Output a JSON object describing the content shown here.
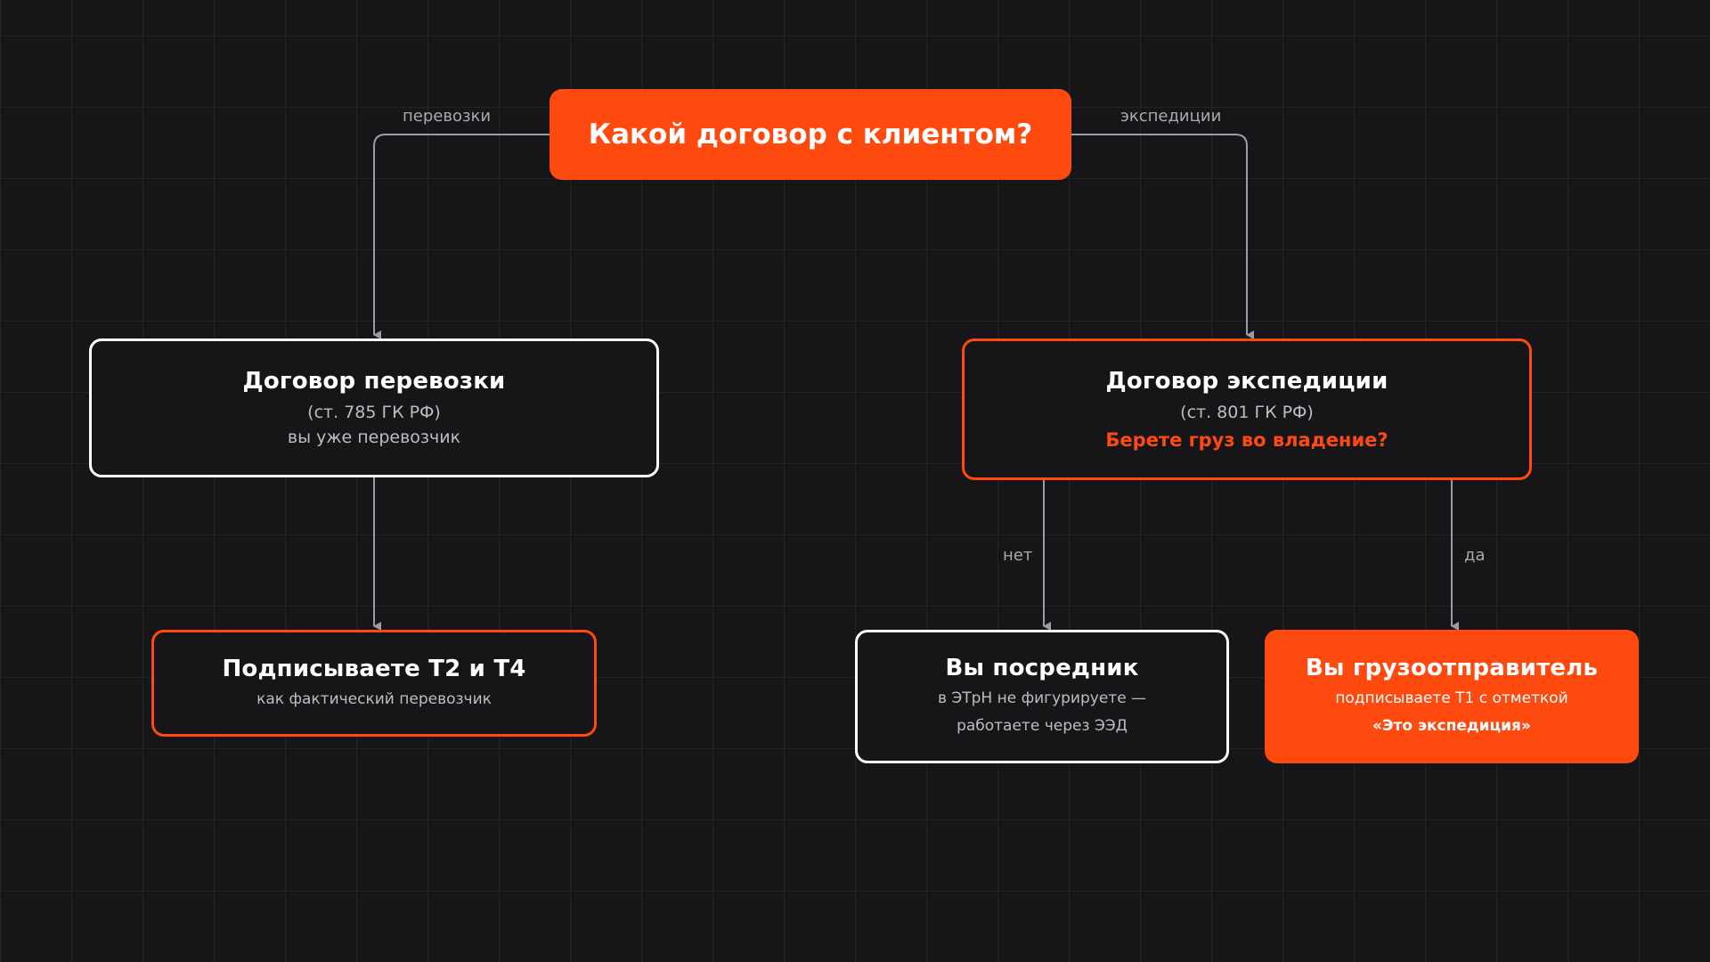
{
  "question": {
    "title": "Какой договор с клиентом?"
  },
  "edges": {
    "left_label": "перевозки",
    "right_label": "экспедиции",
    "no_label": "нет",
    "yes_label": "да"
  },
  "carriage": {
    "title": "Договор перевозки",
    "article": "(ст. 785 ГК РФ)",
    "note": "вы уже перевозчик"
  },
  "expedition": {
    "title": "Договор экспедиции",
    "article": "(ст. 801 ГК РФ)",
    "question": "Берете груз во владение?"
  },
  "sign": {
    "title": "Подписываете Т2 и Т4",
    "note": "как фактический перевозчик"
  },
  "intermediary": {
    "title": "Вы посредник",
    "line1": "в ЭТрН не фигурируете —",
    "line2": "работаете через ЭЭД"
  },
  "shipper": {
    "title": "Вы грузоотправитель",
    "line1": "подписываете Т1 с отметкой",
    "line2": "«Это экспедиция»"
  },
  "colors": {
    "accent": "#ff4a0f",
    "background": "#161619",
    "connector": "#9c9ca3"
  }
}
